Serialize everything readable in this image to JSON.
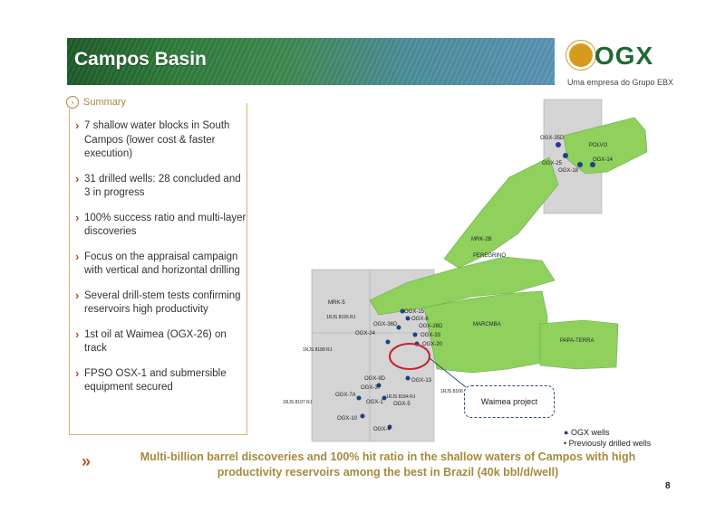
{
  "header": {
    "title": "Campos Basin",
    "logo_text": "OGX",
    "logo_tagline": "Uma empresa do Grupo EBX"
  },
  "summary": {
    "title": "Summary",
    "bullets": [
      "7 shallow water blocks in South Campos (lower cost & faster execution)",
      "31 drilled wells: 28 concluded and 3 in progress",
      "100% success ratio and multi-layer discoveries",
      "Focus on the appraisal campaign with vertical and horizontal drilling",
      "Several drill-stem tests confirming reservoirs high productivity",
      "1st oil at Waimea (OGX-26) on track",
      "FPSO OSX-1 and submersible equipment secured"
    ]
  },
  "map": {
    "fields": [
      "POLVO",
      "MRK-2B",
      "PEREGRINO",
      "MARCMBA",
      "PAPA-TERRA"
    ],
    "wells": [
      "OGX-35D",
      "OGX-25",
      "OGX-18",
      "OGX-14",
      "OGX-15",
      "OGX-6",
      "OGX-26D",
      "OGX-33",
      "OGX-20",
      "OGX-13",
      "OGX-9D",
      "OGX-37",
      "OGX-7A",
      "OGX-1",
      "OGX-5",
      "OGX-10",
      "OGX-4",
      "OGX-24",
      "OGX-36D"
    ],
    "block_labels": [
      "MRK-5",
      "1RJS 8195 RJ",
      "1RJS 8188 RJ",
      "1RJS 8197 RJ",
      "1RJS 8184 RJ",
      "1RJS 8166 RJ"
    ],
    "callout": "Waimea project"
  },
  "legend": {
    "items": [
      "OGX wells",
      "Previously drilled wells"
    ]
  },
  "footer": {
    "text": "Multi-billion barrel discoveries and 100% hit ratio in the shallow waters of Campos with high productivity reservoirs among the best in Brazil (40k bbl/d/well)",
    "page_number": "8"
  },
  "colors": {
    "accent_gold": "#a58a3f",
    "arrow_orange": "#b5541e",
    "field_green": "#8fd15c",
    "block_gray": "#d4d4d4",
    "well_blue": "#1f3f86"
  }
}
